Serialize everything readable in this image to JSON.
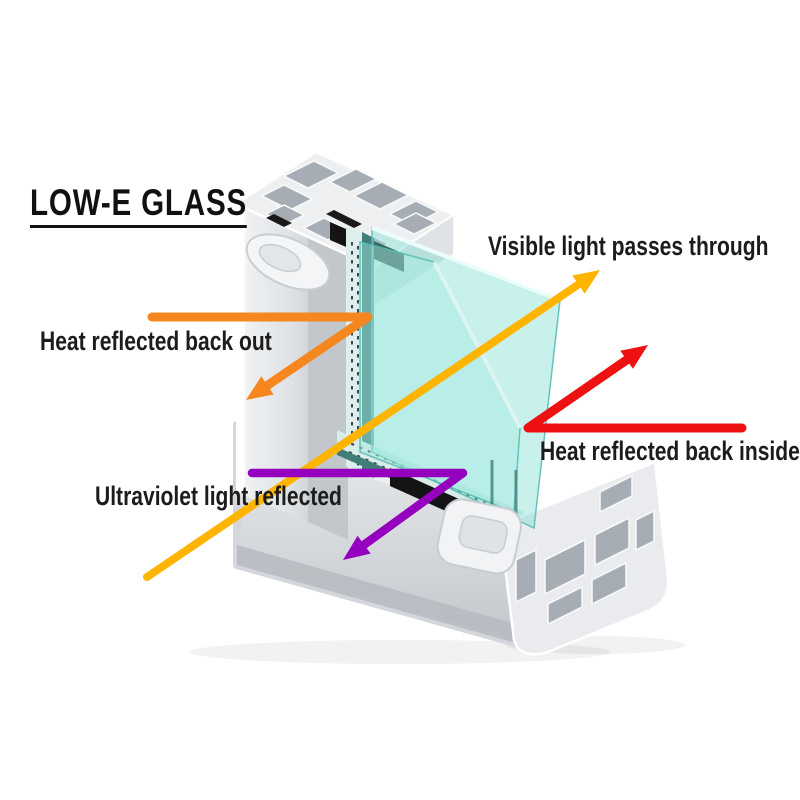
{
  "title": {
    "text": "LOW-E GLASS"
  },
  "labels": {
    "visible_light": "Visible light passes through",
    "heat_reflected_out": "Heat reflected back out",
    "heat_reflected_inside": "Heat reflected back inside",
    "ultraviolet_reflected": "Ultraviolet light reflected"
  },
  "arrows": {
    "visible_light": {
      "color": "#FFB400"
    },
    "heat_reflected_out": {
      "color": "#F6871F"
    },
    "heat_reflected_inside": {
      "color": "#EE1111"
    },
    "ultraviolet_reflected": {
      "color": "#9400BE"
    }
  },
  "colors": {
    "background": "#FFFFFF",
    "text": "#1C1C1C",
    "glass_fill_back": "rgba(126,221,210,0.42)",
    "glass_fill_front": "rgba(163,236,226,0.45)",
    "glass_edge": "#57BEB2",
    "frame_light": "#EDEFF1",
    "frame_shade": "#C2C7CC",
    "chamber_gray": "#A6ADB5",
    "spacer_teal": "#417E79",
    "seal_black": "#141414"
  }
}
